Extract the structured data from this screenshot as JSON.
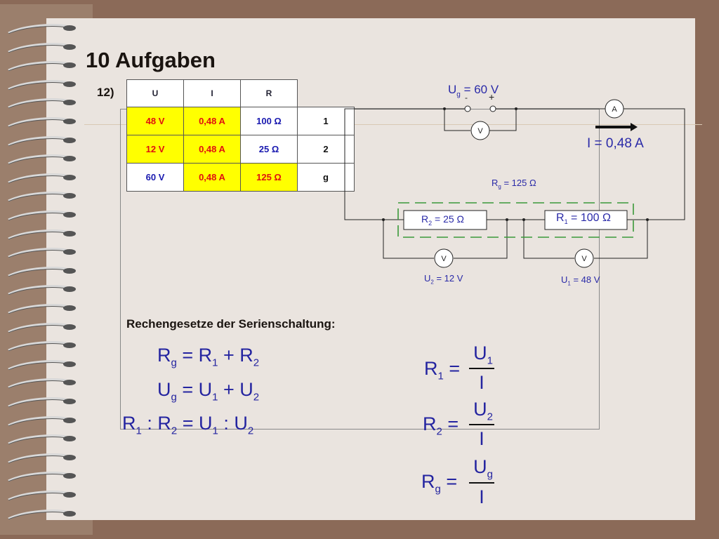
{
  "title": "10 Aufgaben",
  "task_number": "12)",
  "table": {
    "headers": [
      "U",
      "I",
      "R"
    ],
    "rows": [
      {
        "u": "48 V",
        "i": "0,48 A",
        "r": "100 Ω",
        "index": "1"
      },
      {
        "u": "12 V",
        "i": "0,48 A",
        "r": "25 Ω",
        "index": "2"
      },
      {
        "u": "60 V",
        "i": "0,48 A",
        "r": "125 Ω",
        "index": "g"
      }
    ]
  },
  "circuit": {
    "source_label": "U",
    "source_sub": "g",
    "source_value": "= 60 V",
    "minus": "-",
    "plus": "+",
    "ammeter": "A",
    "voltmeter": "V",
    "current_label": "I = 0,48 A",
    "rg_label": "R",
    "rg_sub": "g",
    "rg_value": "= 125 Ω",
    "r2_label": "R",
    "r2_sub": "2",
    "r2_value": "= 25 Ω",
    "r1_label": "R",
    "r1_sub": "1",
    "r1_value": "= 100 Ω",
    "u2_label": "U",
    "u2_sub": "2",
    "u2_value": "= 12 V",
    "u1_label": "U",
    "u1_sub": "1",
    "u1_value": "= 48 V"
  },
  "rules_title": "Rechengesetze der Serienschaltung:",
  "formulas": {
    "rg": {
      "a": "R",
      "as": "g",
      "b": "= R",
      "bs": "1",
      "c": "+ R",
      "cs": "2"
    },
    "ug": {
      "a": "U",
      "as": "g",
      "b": "= U",
      "bs": "1",
      "c": "+ U",
      "cs": "2"
    },
    "ratio": {
      "a": "R",
      "as": "1",
      "b": ": R",
      "bs": "2",
      "c": "= U",
      "cs": "1",
      "d": ": U",
      "ds": "2"
    },
    "r1": {
      "lhs": "R",
      "lhs_sub": "1",
      "eq": "=",
      "num": "U",
      "num_sub": "1",
      "den": "I"
    },
    "r2": {
      "lhs": "R",
      "lhs_sub": "2",
      "eq": "=",
      "num": "U",
      "num_sub": "2",
      "den": "I"
    },
    "rgf": {
      "lhs": "R",
      "lhs_sub": "g",
      "eq": "=",
      "num": "U",
      "num_sub": "g",
      "den": "I"
    }
  },
  "colors": {
    "paper": "#eae4df",
    "background": "#8b6a58",
    "formula_blue": "#2424a0",
    "highlight_yellow": "#ffff00",
    "resistor_green": "#3a9a3a"
  }
}
